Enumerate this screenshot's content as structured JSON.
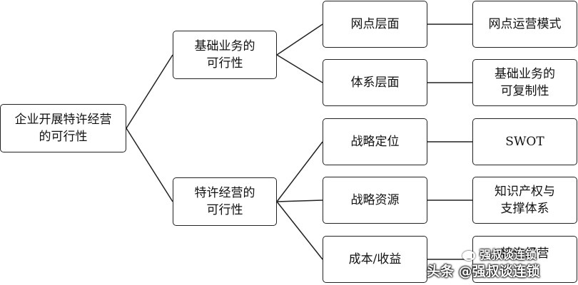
{
  "root": {
    "label": "企业开展特许经营\n的可行性"
  },
  "branches": [
    {
      "label": "基础业务的\n可行性",
      "children": [
        {
          "label": "网点层面",
          "leaf": "网点运营模式"
        },
        {
          "label": "体系层面",
          "leaf": "基础业务的\n可复制性"
        }
      ]
    },
    {
      "label": "特许经营的\n可行性",
      "children": [
        {
          "label": "战略定位",
          "leaf": "SWOT"
        },
        {
          "label": "战略资源",
          "leaf": "知识产权与\n支撑体系"
        },
        {
          "label": "成本/收益",
          "leaf": "特许经营"
        }
      ]
    }
  ],
  "watermark": {
    "top_text": "强叔谈连锁",
    "bottom_text": "头条 @强叔谈连锁"
  }
}
